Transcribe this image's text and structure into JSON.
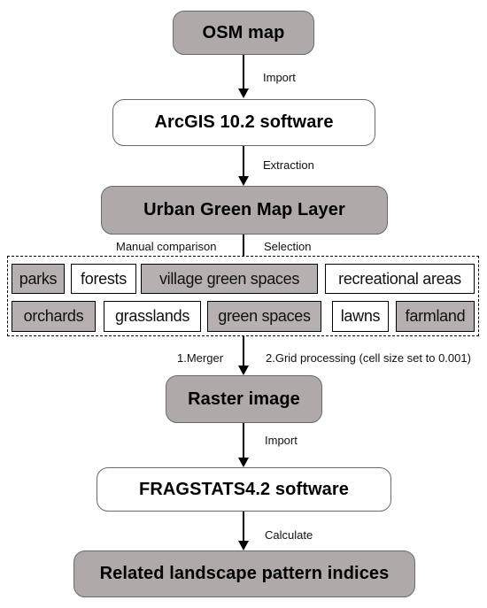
{
  "nodes": {
    "osm": "OSM map",
    "arcgis": "ArcGIS 10.2 software",
    "urban_green": "Urban Green Map Layer",
    "raster": "Raster image",
    "fragstats": "FRAGSTATS4.2 software",
    "indices": "Related landscape pattern indices"
  },
  "edges": {
    "import1": "Import",
    "extraction": "Extraction",
    "manual": "Manual comparison",
    "selection": "Selection",
    "merger": "1.Merger",
    "grid": "2.Grid processing (cell size set to 0.001)",
    "import2": "Import",
    "calculate": "Calculate"
  },
  "categories": {
    "row1": [
      {
        "label": "parks",
        "style": "gray"
      },
      {
        "label": "forests",
        "style": "white"
      },
      {
        "label": "village green spaces",
        "style": "gray"
      },
      {
        "label": "recreational areas",
        "style": "white"
      }
    ],
    "row2": [
      {
        "label": "orchards",
        "style": "gray"
      },
      {
        "label": "grasslands",
        "style": "white"
      },
      {
        "label": "green spaces",
        "style": "gray"
      },
      {
        "label": "lawns",
        "style": "white"
      },
      {
        "label": "farmland",
        "style": "gray"
      }
    ]
  },
  "colors": {
    "gray_fill": "#afa9a9",
    "white_fill": "#ffffff",
    "arrow": "#000000"
  }
}
